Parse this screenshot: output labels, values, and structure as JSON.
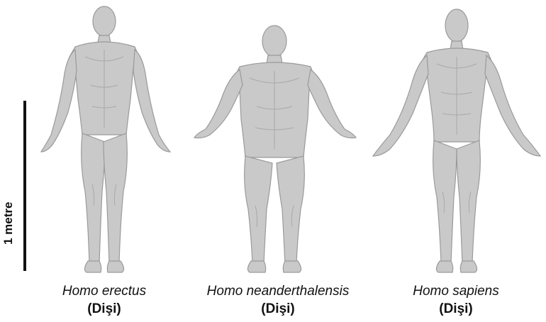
{
  "scale": {
    "label": "1 metre"
  },
  "figures": [
    {
      "species": "Homo erectus",
      "sex": "(Dişi)"
    },
    {
      "species": "Homo neanderthalensis",
      "sex": "(Dişi)"
    },
    {
      "species": "Homo sapiens",
      "sex": "(Dişi)"
    }
  ],
  "colors": {
    "body": "#c9c9c9",
    "shade": "#a9a9a9",
    "text": "#111111"
  }
}
